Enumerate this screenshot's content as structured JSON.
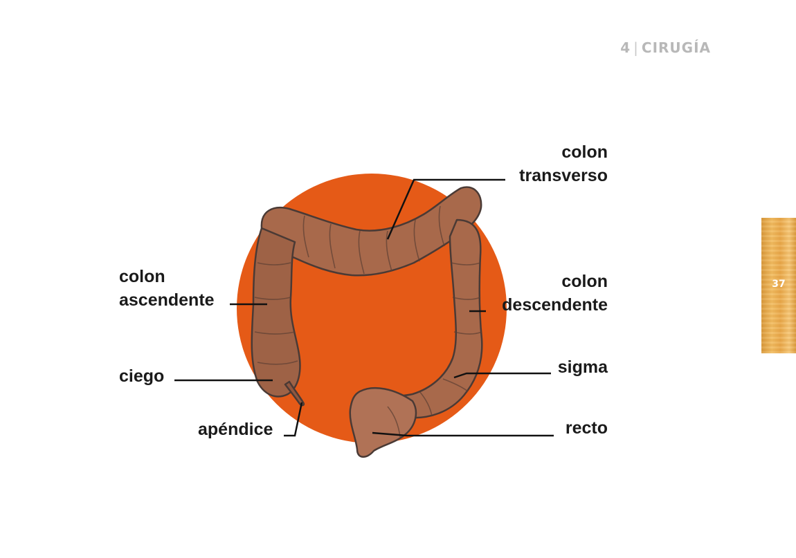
{
  "header": {
    "chapter_number": "4",
    "chapter_title": "CIRUGÍA"
  },
  "page_number": "37",
  "colors": {
    "circle": "#e55a17",
    "colon": "#a8694b",
    "outline": "#4a3a35",
    "text": "#1a1a1a"
  },
  "labels": {
    "colon_transverso": {
      "line1": "colon",
      "line2": "transverso"
    },
    "colon_ascendente": {
      "line1": "colon",
      "line2": "ascendente"
    },
    "colon_descendente": {
      "line1": "colon",
      "line2": "descendente"
    },
    "ciego": "ciego",
    "apendice": "apéndice",
    "sigma": "sigma",
    "recto": "recto"
  }
}
